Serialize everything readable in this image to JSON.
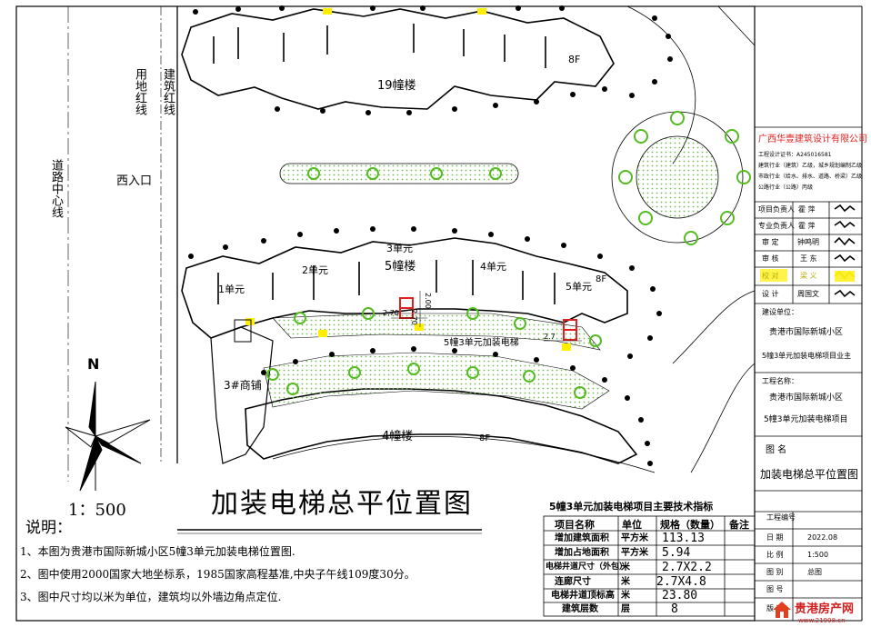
{
  "plan": {
    "buildings": {
      "b19": "19幢楼",
      "b19_floors": "8F",
      "b5": "5幢楼",
      "b5_floors": "8F",
      "b4": "4幢楼",
      "b4_floors": "8F",
      "shop": "3#商铺"
    },
    "units": [
      "1单元",
      "2单元",
      "3单元",
      "4单元",
      "5单元"
    ],
    "labels": {
      "land_red_line": "用地红线",
      "build_red_line": "建筑红线",
      "road_center": "道路中心线",
      "west_entrance": "西入口",
      "elevator_label": "5幢3单元加装电梯",
      "dim_a": "2.70",
      "dim_b": "2.00",
      "dim_c": "2.70",
      "dim_d": "2.7"
    },
    "north": "N",
    "scale": "1：500",
    "title": "加装电梯总平位置图"
  },
  "notes": {
    "heading": "说明：",
    "items": [
      "1、本图为贵港市国际新城小区5幢3单元加装电梯位置图.",
      "2、图中使用2000国家大地坐标系，1985国家高程基准,中央子午线109度30分。",
      "3、图中尺寸均以米为单位，建筑均以外墙边角点定位."
    ]
  },
  "tech_table": {
    "caption": "5幢3单元加装电梯项目主要技术指标",
    "headers": [
      "项目名称",
      "单位",
      "规格（数量）",
      "备注"
    ],
    "rows": [
      {
        "name": "增加建筑面积",
        "unit": "平方米",
        "value": "113.13"
      },
      {
        "name": "增加占地面积",
        "unit": "平方米",
        "value": "5.94"
      },
      {
        "name": "电梯井道尺寸（外包）",
        "unit": "米",
        "value": "2.7X2.2"
      },
      {
        "name": "连廊尺寸",
        "unit": "米",
        "value": "2.7X4.8"
      },
      {
        "name": "电梯井道顶标高",
        "unit": "米",
        "value": "23.80"
      },
      {
        "name": "建筑层数",
        "unit": "层",
        "value": "8"
      }
    ]
  },
  "title_block": {
    "company": "广西华壹建筑设计有限公司",
    "cert_lines": [
      "工程设计证书：A245016581",
      "建筑行业（建筑）乙级，城乡规划编制乙级",
      "市政行业（给水、排水、道路、桥梁）乙级",
      "公路行业（公路）丙级"
    ],
    "roles": [
      {
        "role": "项目负责人",
        "name": "霍 萍"
      },
      {
        "role": "专业负责人",
        "name": "霍 萍"
      },
      {
        "role": "审 定",
        "name": "钟鸣明"
      },
      {
        "role": "审 核",
        "name": "王 东"
      },
      {
        "role": "校 对",
        "name": "梁 义"
      },
      {
        "role": "设 计",
        "name": "周国文"
      }
    ],
    "client_label": "建设单位：",
    "client_lines": [
      "贵港市国际新城小区",
      "5幢3单元加装电梯项目业主"
    ],
    "project_label": "工程名称：",
    "project_lines": [
      "贵港市国际新城小区",
      "5幢3单元加装电梯项目"
    ],
    "drawing_label": "图 名",
    "drawing_name": "加装电梯总平位置图",
    "meta": [
      {
        "label": "工程编号",
        "value": ""
      },
      {
        "label": "日 期",
        "value": "2022.08"
      },
      {
        "label": "比 例",
        "value": "1:500"
      },
      {
        "label": "图 别",
        "value": "总图"
      },
      {
        "label": "图 号",
        "value": ""
      },
      {
        "label": "版 次",
        "value": ""
      }
    ]
  },
  "watermark": {
    "brand": "贵港房产网",
    "url": "www.21998.cn"
  },
  "colors": {
    "line": "#000000",
    "tree": "#55bb22",
    "lawn": "#88cc66",
    "elevator": "#e02020",
    "marker": "#ffee00",
    "company": "#e02020"
  }
}
